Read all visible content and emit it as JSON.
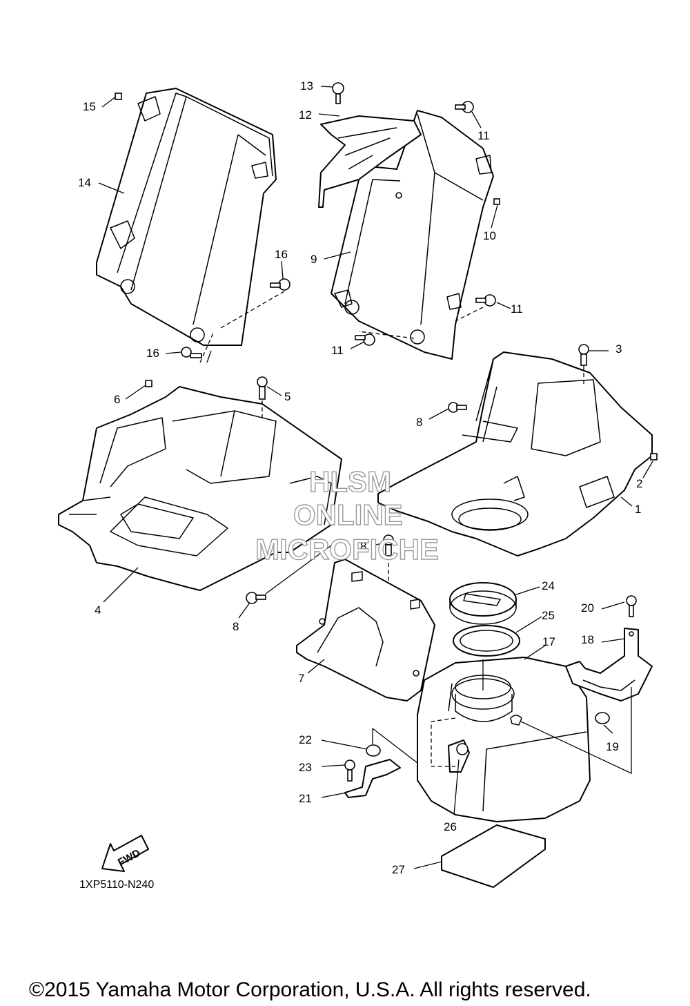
{
  "callouts": [
    {
      "id": "c1",
      "label": "1"
    },
    {
      "id": "c2",
      "label": "2"
    },
    {
      "id": "c3",
      "label": "3"
    },
    {
      "id": "c4",
      "label": "4"
    },
    {
      "id": "c5",
      "label": "5"
    },
    {
      "id": "c6",
      "label": "6"
    },
    {
      "id": "c7",
      "label": "7"
    },
    {
      "id": "c8a",
      "label": "8"
    },
    {
      "id": "c8b",
      "label": "8"
    },
    {
      "id": "c8c",
      "label": "8"
    },
    {
      "id": "c9",
      "label": "9"
    },
    {
      "id": "c10",
      "label": "10"
    },
    {
      "id": "c11a",
      "label": "11"
    },
    {
      "id": "c11b",
      "label": "11"
    },
    {
      "id": "c11c",
      "label": "11"
    },
    {
      "id": "c12",
      "label": "12"
    },
    {
      "id": "c13",
      "label": "13"
    },
    {
      "id": "c14",
      "label": "14"
    },
    {
      "id": "c15",
      "label": "15"
    },
    {
      "id": "c16a",
      "label": "16"
    },
    {
      "id": "c16b",
      "label": "16"
    },
    {
      "id": "c17",
      "label": "17"
    },
    {
      "id": "c18",
      "label": "18"
    },
    {
      "id": "c19",
      "label": "19"
    },
    {
      "id": "c20",
      "label": "20"
    },
    {
      "id": "c21",
      "label": "21"
    },
    {
      "id": "c22",
      "label": "22"
    },
    {
      "id": "c23",
      "label": "23"
    },
    {
      "id": "c24",
      "label": "24"
    },
    {
      "id": "c25",
      "label": "25"
    },
    {
      "id": "c26",
      "label": "26"
    },
    {
      "id": "c27",
      "label": "27"
    }
  ],
  "diagram_code": "1XP5110-N240",
  "fwd_label": "FWD",
  "watermark": {
    "line1": "HLSM",
    "line2": "ONLINE",
    "line3": "MICROFICHE"
  },
  "copyright": "©2015 Yamaha Motor Corporation, U.S.A. All rights reserved."
}
